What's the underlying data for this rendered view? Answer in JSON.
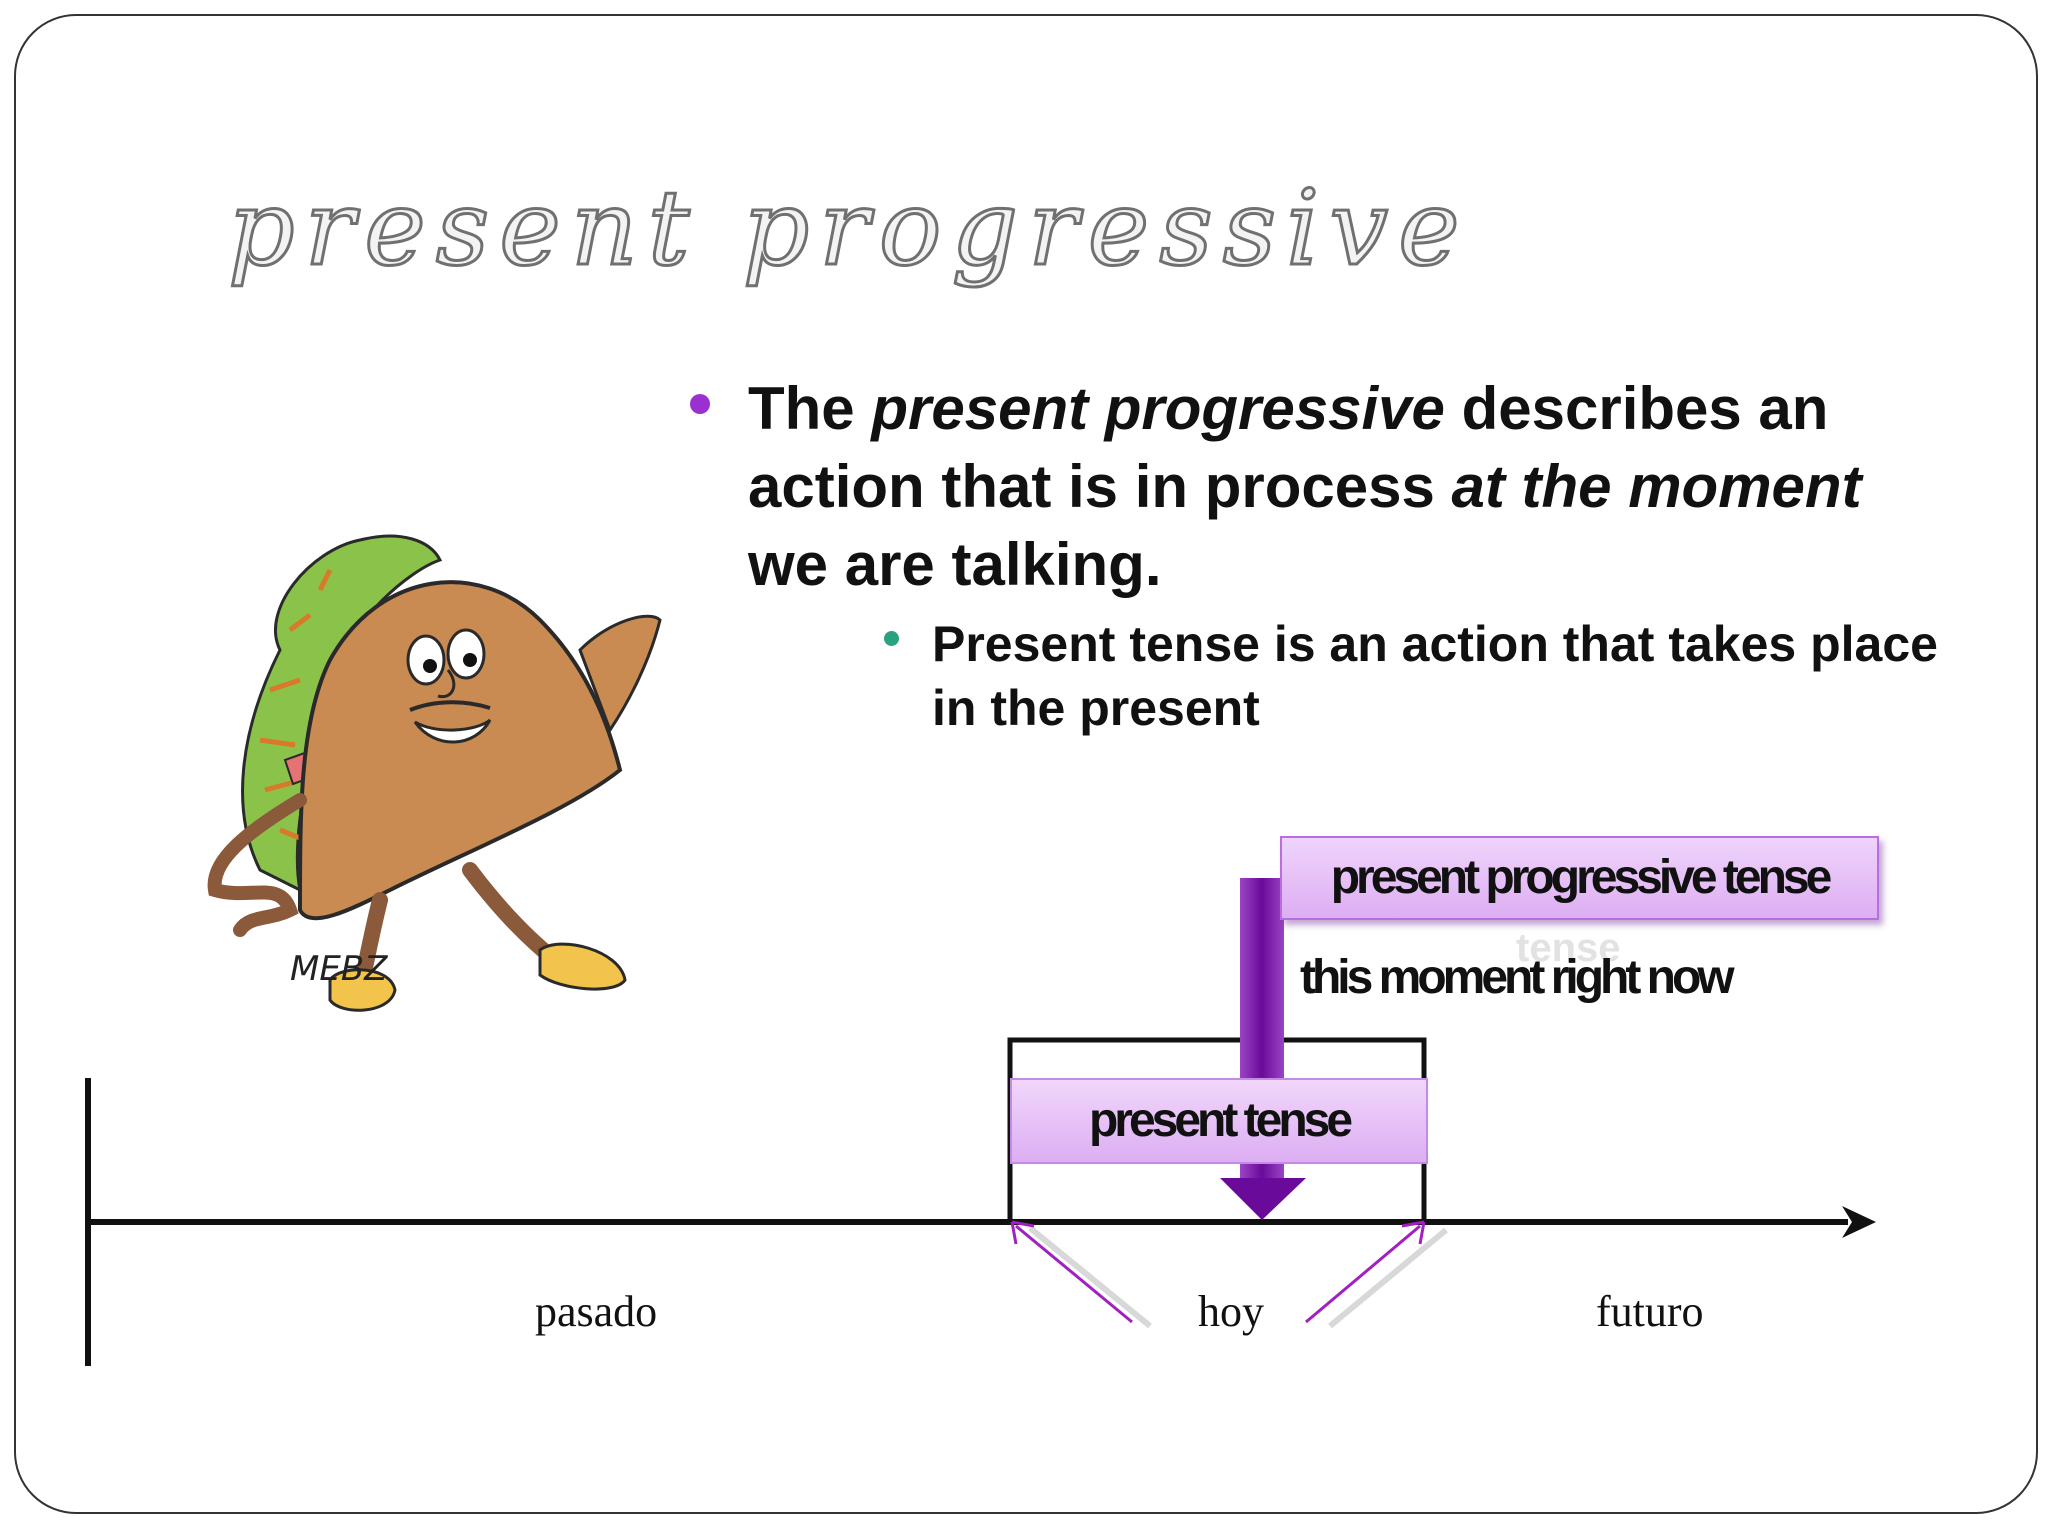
{
  "slide": {
    "title": "present progressive"
  },
  "bullets": {
    "main": {
      "parts": [
        {
          "text": "The ",
          "italic": false
        },
        {
          "text": "present progressive",
          "italic": true
        },
        {
          "text": " describes an action that is in process ",
          "italic": false
        },
        {
          "text": "at the moment",
          "italic": true
        },
        {
          "text": " we are talking.",
          "italic": false
        }
      ]
    },
    "sub": {
      "text": "Present tense is an action that takes place in the present"
    }
  },
  "illustration": {
    "signature": "MEBZ"
  },
  "diagram": {
    "progressive_label": "present progressive tense",
    "moment_label": "this moment right now",
    "ghost_label": "tense",
    "present_label": "present tense",
    "timeline": {
      "past": "pasado",
      "today": "hoy",
      "future": "futuro"
    }
  },
  "colors": {
    "bullet_main": "#9b30d0",
    "bullet_sub": "#2aa180",
    "arrow_purple": "#6a0a9a",
    "box_fill": "#e6c2f7",
    "pointer_purple": "#a020c0"
  }
}
